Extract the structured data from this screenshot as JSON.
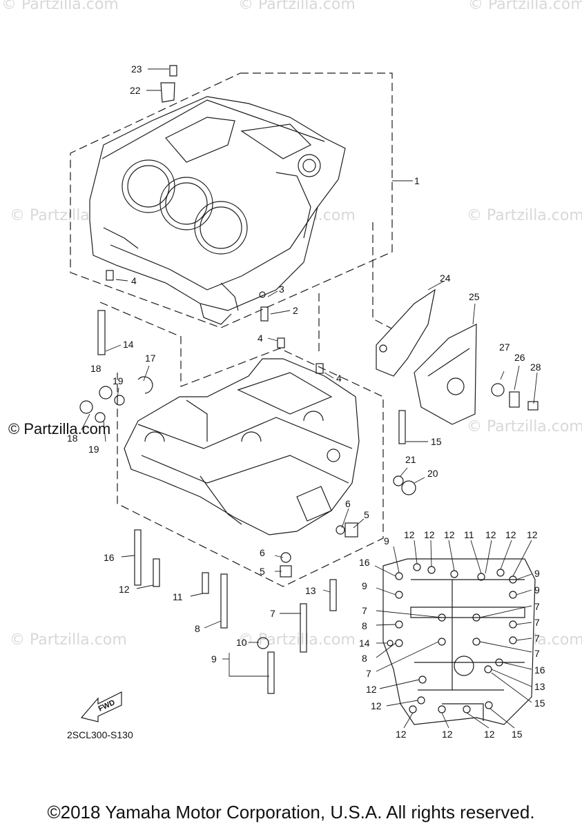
{
  "watermark": {
    "text": "© Partzilla.com",
    "strong_text": "© Partzilla.com"
  },
  "diagram": {
    "code": "2SCL300-S130",
    "fwd_label": "FWD",
    "callouts": {
      "c1": "1",
      "c2": "2",
      "c3": "3",
      "c4a": "4",
      "c4b": "4",
      "c4c": "4",
      "c5a": "5",
      "c5b": "5",
      "c6a": "6",
      "c6b": "6",
      "c7": "7",
      "c8": "8",
      "c9": "9",
      "c10": "10",
      "c11": "11",
      "c12": "12",
      "c13": "13",
      "c14": "14",
      "c15": "15",
      "c16": "16",
      "c17": "17",
      "c18a": "18",
      "c18b": "18",
      "c19a": "19",
      "c19b": "19",
      "c20": "20",
      "c21": "21",
      "c22": "22",
      "c23": "23",
      "c24": "24",
      "c25": "25",
      "c26": "26",
      "c27": "27",
      "c28": "28"
    },
    "inset_callouts": {
      "t1": "9",
      "t2": "12",
      "t3": "12",
      "t4": "12",
      "t5": "11",
      "t6": "12",
      "t7": "12",
      "t8": "12",
      "l1": "16",
      "l2": "9",
      "l3": "7",
      "l4": "8",
      "l5": "14",
      "l6": "8",
      "l7": "7",
      "l8": "12",
      "l9": "12",
      "l10": "12",
      "r1": "9",
      "r2": "9",
      "r3": "7",
      "r4": "7",
      "r5": "7",
      "r6": "7",
      "r7": "16",
      "r8": "13",
      "r9": "15",
      "r10": "15",
      "b1": "12",
      "b2": "12"
    }
  },
  "footer": {
    "copyright": "©2018 Yamaha Motor Corporation, U.S.A. All rights reserved."
  }
}
